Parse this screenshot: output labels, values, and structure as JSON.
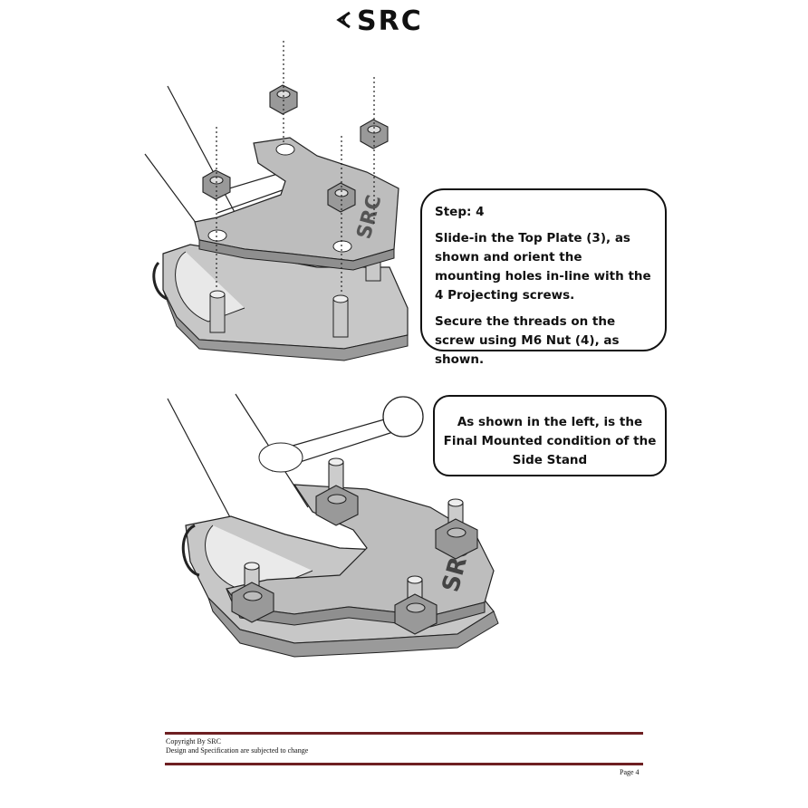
{
  "header": {
    "logo_text": "SRC"
  },
  "step": {
    "title": "Step: 4",
    "paragraph1": "Slide-in the Top Plate (3), as shown and orient the mounting holes in-line with the 4 Projecting screws.",
    "paragraph2": "Secure the threads on the screw using M6 Nut (4), as shown."
  },
  "final_note": "As shown in the left, is the Final Mounted condition of the Side Stand",
  "footer": {
    "copyright": "Copyright By SRC",
    "disclaimer": "Design and Specification are subjected to change",
    "page": "Page 4"
  },
  "colors": {
    "rule": "#6e1f22",
    "plate": "#b9b9b9",
    "stroke": "#222222"
  }
}
